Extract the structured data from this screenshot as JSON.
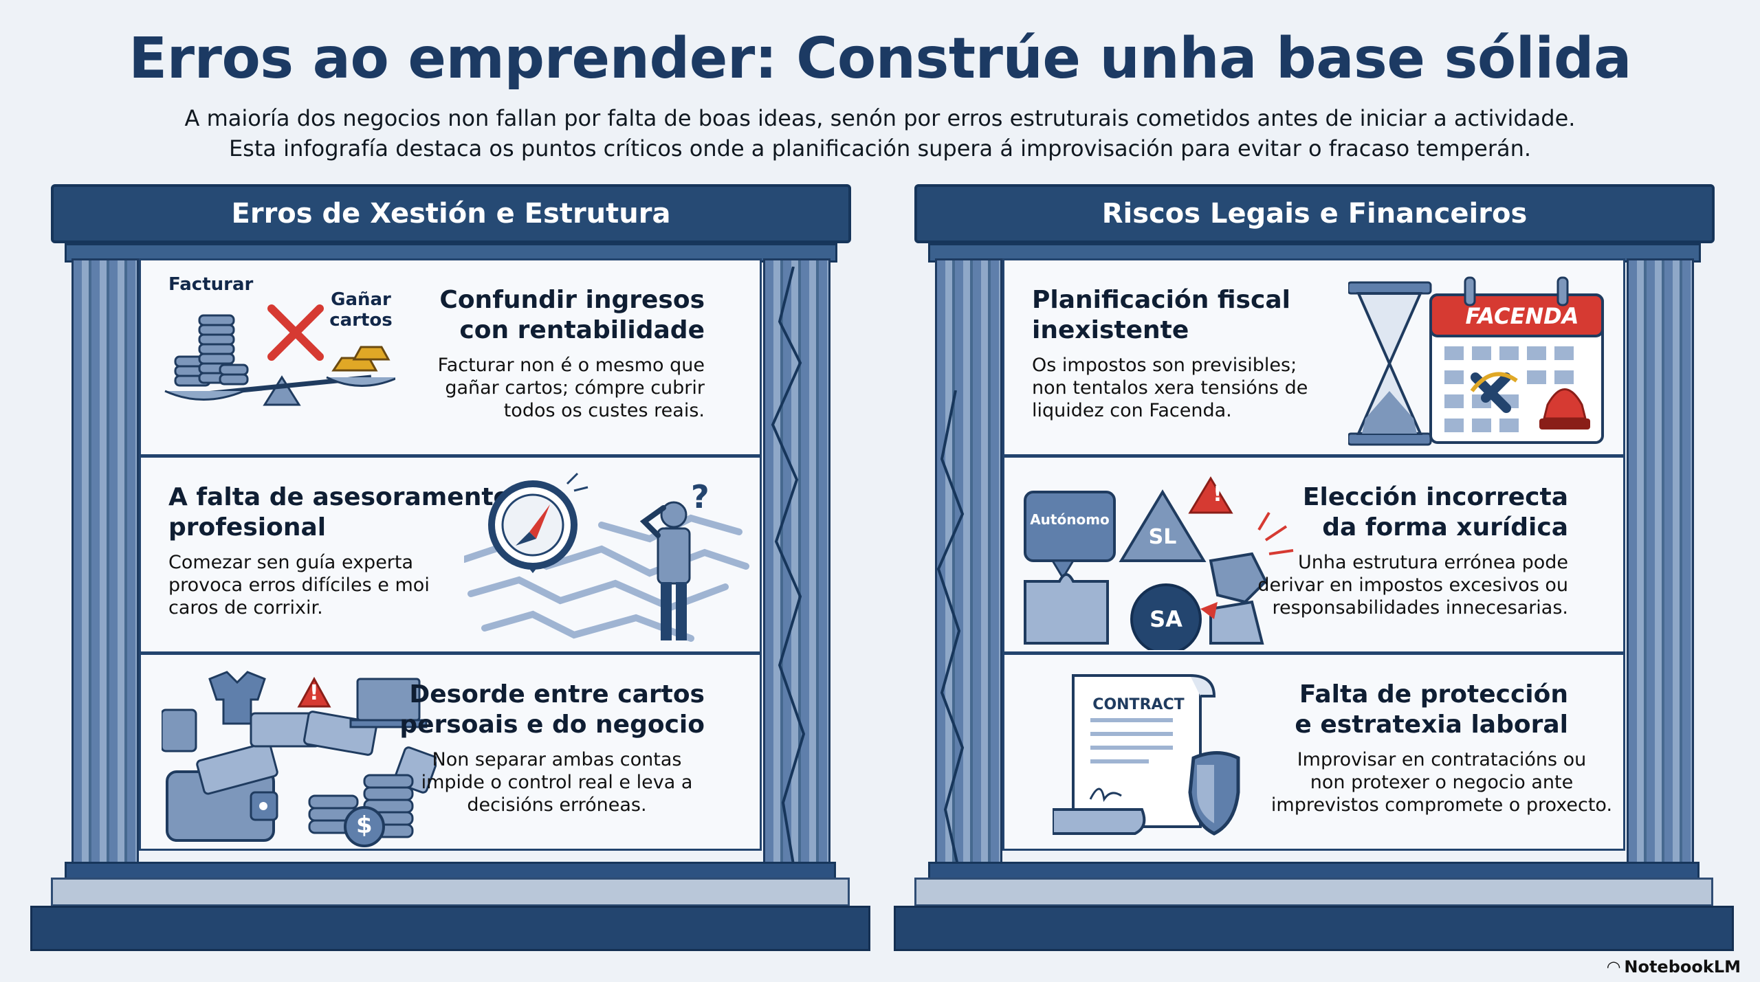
{
  "title": "Erros ao emprender: Constrúe unha base sólida",
  "subtitle_line1": "A maioría dos negocios non fallan por falta de boas ideas, senón por erros estruturais cometidos antes de iniciar a actividade.",
  "subtitle_line2": "Esta infografía destaca os puntos críticos onde a planificación supera á improvisación para evitar o fracaso temperán.",
  "left": {
    "header": "Erros de Xestión e Estrutura",
    "items": [
      {
        "title_l1": "Confundir ingresos",
        "title_l2": "con rentabilidade",
        "body_l1": "Facturar non é o mesmo que",
        "body_l2": "gañar cartos; cómpre cubrir",
        "body_l3": "todos os custes reais.",
        "label_a": "Facturar",
        "label_b1": "Gañar",
        "label_b2": "cartos"
      },
      {
        "title_l1": "A falta de asesoramento",
        "title_l2": "profesional",
        "body_l1": "Comezar sen guía experta",
        "body_l2": "provoca erros difíciles e moi",
        "body_l3": "caros de corrixir.",
        "question": "?"
      },
      {
        "title_l1": "Desorde entre cartos",
        "title_l2": "persoais e do negocio",
        "body_l1": "Non separar ambas contas",
        "body_l2": "impide o control real e leva a",
        "body_l3": "decisións erróneas.",
        "warn": "!",
        "dollar": "$"
      }
    ]
  },
  "right": {
    "header": "Riscos Legais e Financeiros",
    "items": [
      {
        "title_l1": "Planificación fiscal",
        "title_l2": "inexistente",
        "body_l1": "Os impostos son previsibles;",
        "body_l2": "non tentalos xera tensións de",
        "body_l3": "liquidez con Facenda.",
        "calendar_label": "FACENDA"
      },
      {
        "title_l1": "Elección incorrecta",
        "title_l2": "da forma xurídica",
        "body_l1": "Unha estrutura errónea pode",
        "body_l2": "derivar en impostos excesivos ou",
        "body_l3": "responsabilidades innecesarias.",
        "label_autonomo": "Autónomo",
        "label_sl": "SL",
        "label_sa": "SA",
        "warn": "!"
      },
      {
        "title_l1": "Falta de protección",
        "title_l2": "e estratexia laboral",
        "body_l1": "Improvisar en contratacións ou",
        "body_l2": "non protexer o negocio ante",
        "body_l3": "imprevistos compromete o proxecto.",
        "contract_label": "CONTRACT"
      }
    ]
  },
  "watermark": "NotebookLM",
  "colors": {
    "navy": "#264a74",
    "accent_red": "#d63a32",
    "panel": "#f7f9fc",
    "gold": "#e0a826"
  }
}
